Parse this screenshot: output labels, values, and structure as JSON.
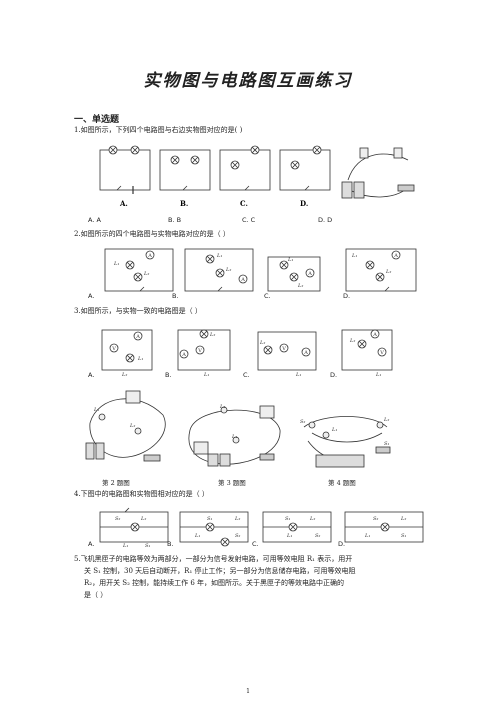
{
  "title": "实物图与电路图互画练习",
  "section": "一、单选题",
  "q1": {
    "text": "1.如图所示，下列四个电路图与右边实物图对应的是(      )",
    "fig_labels": [
      "A.",
      "B.",
      "C.",
      "D."
    ],
    "options": [
      "A. A",
      "B. B",
      "C. C",
      "D. D"
    ]
  },
  "q2": {
    "text": "2.如图所示的四个电路图与实物电路对应的是（    ）",
    "options": [
      "A.",
      "B.",
      "C.",
      "D."
    ]
  },
  "q3": {
    "text": "3.如图所示，与实物一致的电路图是（    ）",
    "options": [
      "A.",
      "B.",
      "C.",
      "D."
    ]
  },
  "captions": [
    "第 2 题图",
    "第 3 题图",
    "第 4 题图"
  ],
  "q4": {
    "text": "4.下图中的电路图和实物图相对应的是（    ）",
    "options": [
      "A.",
      "B.",
      "C.",
      "D."
    ]
  },
  "q5": {
    "line1": "5.飞机黑匣子的电路等效为两部分，一部分为信号发射电路，可用等效电阻 R₁ 表示，用开",
    "line2": "关 S₁ 控制，30 天后自动断开，R₁ 停止工作；另一部分为信息储存电路，可用等效电阻",
    "line3": "R₂，用开关 S₂ 控制，能持续工作 6 年，如图所示。关于黑匣子的等效电路中正确的",
    "line4": "是（        ）"
  },
  "page_number": "1",
  "symbols": {
    "ammeter": "A",
    "voltmeter": "V",
    "lamp1": "L₁",
    "lamp2": "L₂",
    "switch": "S",
    "switch1": "S₁",
    "switch2": "S₂"
  }
}
